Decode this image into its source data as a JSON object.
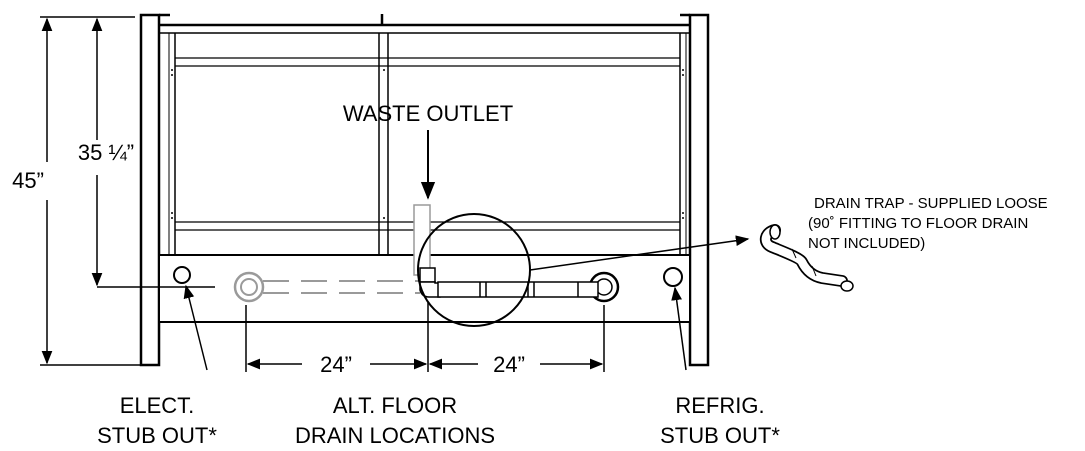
{
  "labels": {
    "waste_outlet": "WASTE OUTLET",
    "dim_total_height": "45”",
    "dim_outlet_height": "35 ¼”",
    "dim_left_span": "24”",
    "dim_right_span": "24”",
    "drain_trap_line1": "DRAIN TRAP - SUPPLIED LOOSE",
    "drain_trap_line2": "(90˚ FITTING TO FLOOR DRAIN",
    "drain_trap_line3": "NOT INCLUDED)",
    "elect_line1": "ELECT.",
    "elect_line2": "STUB OUT*",
    "floor_line1": "ALT. FLOOR",
    "floor_line2": "DRAIN LOCATIONS",
    "refrig_line1": "REFRIG.",
    "refrig_line2": "STUB OUT*"
  },
  "colors": {
    "line": "#000000",
    "pipe_gray": "#9a9a9a",
    "background": "#ffffff"
  }
}
